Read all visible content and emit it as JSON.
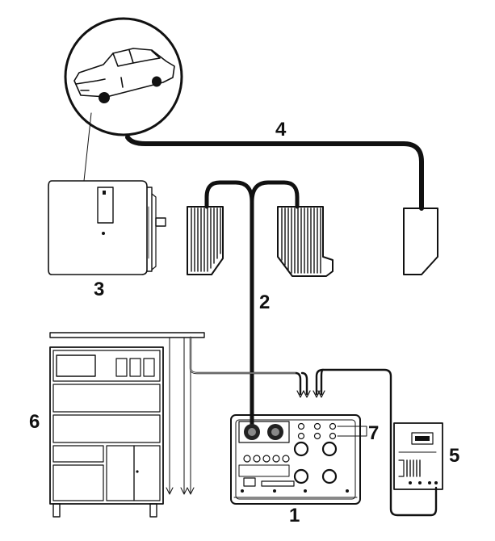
{
  "labels": {
    "control_unit": "1",
    "pedal_cable": "2",
    "cabinet": "3",
    "vehicle_cable": "4",
    "small_unit": "5",
    "rack": "6",
    "connector_group": "7"
  },
  "colors": {
    "ink": "#111111",
    "paper": "#ffffff",
    "panel_grey": "#d9d9d9"
  }
}
